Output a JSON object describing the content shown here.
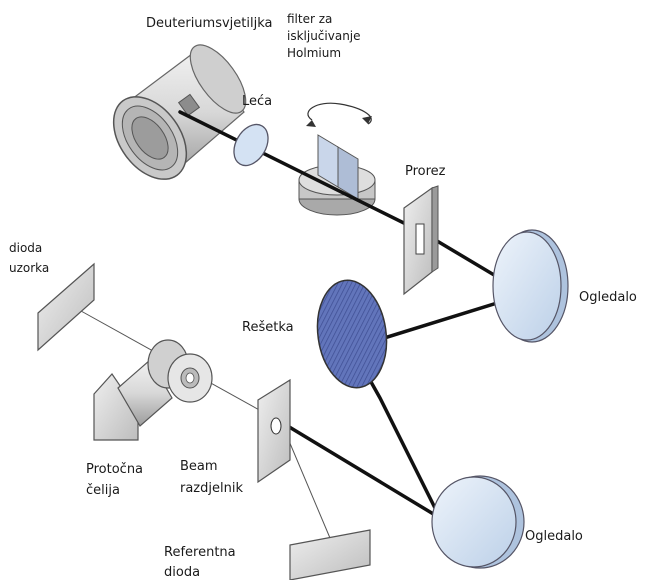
{
  "labels": {
    "lamp": "Deuteriumsvjetiljka",
    "filter": [
      "filter za",
      "isključivanje",
      "Holmium"
    ],
    "lens": "Leća",
    "slit": "Prorez",
    "mirror1": "Ogledalo",
    "grating": "Rešetka",
    "mirror2": "Ogledalo",
    "sample_diode": [
      "dioda",
      "uzorka"
    ],
    "flow_cell": [
      "Protočna",
      "čelija"
    ],
    "beam_splitter": [
      "Beam",
      "razdjelnik"
    ],
    "reference_diode": [
      "Referentna",
      "dioda"
    ]
  },
  "colors": {
    "beam": "#111111",
    "optic_fill": "#d9e6f4",
    "grating_fill": "#5d71b8",
    "body_light": "#e8e8e8",
    "body_dark": "#9a9a9a"
  }
}
